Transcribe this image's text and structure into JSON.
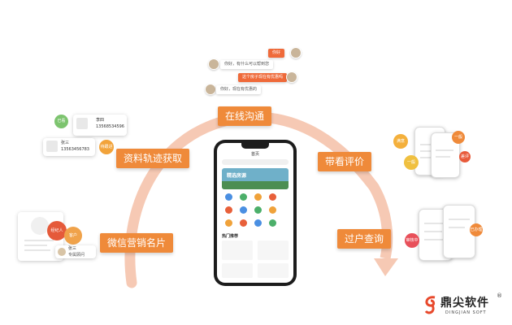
{
  "labels": {
    "chat": "在线沟通",
    "track": "资料轨迹获取",
    "review": "带看评价",
    "wechat": "微信营销名片",
    "transfer": "过户查询"
  },
  "chat_bubbles": {
    "b1": "你好",
    "b2": "你好，有什么可以帮到您",
    "b3": "这个房子现在有优惠吗",
    "b4": "你好，现在有优惠的"
  },
  "track_card": {
    "name1": "李四",
    "phone1": "13568534596",
    "tag1": "已看",
    "name2": "张三",
    "phone2": "13563456783",
    "tag2": "待跟进"
  },
  "wechat_card": {
    "badge1": "经纪人",
    "badge2": "客户",
    "name": "张三",
    "title": "专属顾问"
  },
  "review_faces": [
    "满意",
    "一般",
    "差评"
  ],
  "transfer_badges": [
    "审核中",
    "已办理"
  ],
  "phone": {
    "header": "首页",
    "banner": "精选房源",
    "section": "热门推荐"
  },
  "brand": {
    "name": "鼎尖软件",
    "sub": "DINGJIAN SOFT",
    "reg": "®"
  },
  "colors": {
    "accent": "#ef8a3a",
    "arc": "#f6c4ac",
    "logo": "#e8492c"
  }
}
